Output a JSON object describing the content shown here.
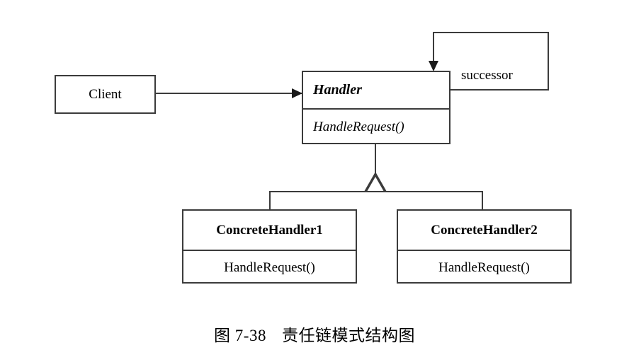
{
  "page": {
    "top_fragment": "",
    "caption_number": "图 7-38",
    "caption_title": "责任链模式结构图"
  },
  "diagram": {
    "type": "uml-class-diagram",
    "title": "责任链模式结构图",
    "classes": [
      {
        "id": "client",
        "name": "Client",
        "abstract": false,
        "operations": []
      },
      {
        "id": "handler",
        "name": "Handler",
        "abstract": true,
        "operations": [
          "HandleRequest()"
        ]
      },
      {
        "id": "concrete-handler-1",
        "name": "ConcreteHandler1",
        "abstract": false,
        "operations": [
          "HandleRequest()"
        ]
      },
      {
        "id": "concrete-handler-2",
        "name": "ConcreteHandler2",
        "abstract": false,
        "operations": [
          "HandleRequest()"
        ]
      }
    ],
    "relationships": [
      {
        "kind": "association",
        "from": "client",
        "to": "handler",
        "label": "",
        "arrow": "open-directed"
      },
      {
        "kind": "association",
        "from": "handler",
        "to": "handler",
        "label": "successor",
        "arrow": "directed-self-loop"
      },
      {
        "kind": "generalization",
        "from": "concrete-handler-1",
        "to": "handler",
        "label": "",
        "arrow": "hollow-triangle"
      },
      {
        "kind": "generalization",
        "from": "concrete-handler-2",
        "to": "handler",
        "label": "",
        "arrow": "hollow-triangle"
      }
    ],
    "labels": {
      "successor": "successor"
    },
    "colors": {
      "stroke": "#3b3b3b",
      "arrow_fill": "#1a1a1a",
      "box_fill": "#ffffff",
      "text": "#000000",
      "background": "#ffffff"
    }
  }
}
